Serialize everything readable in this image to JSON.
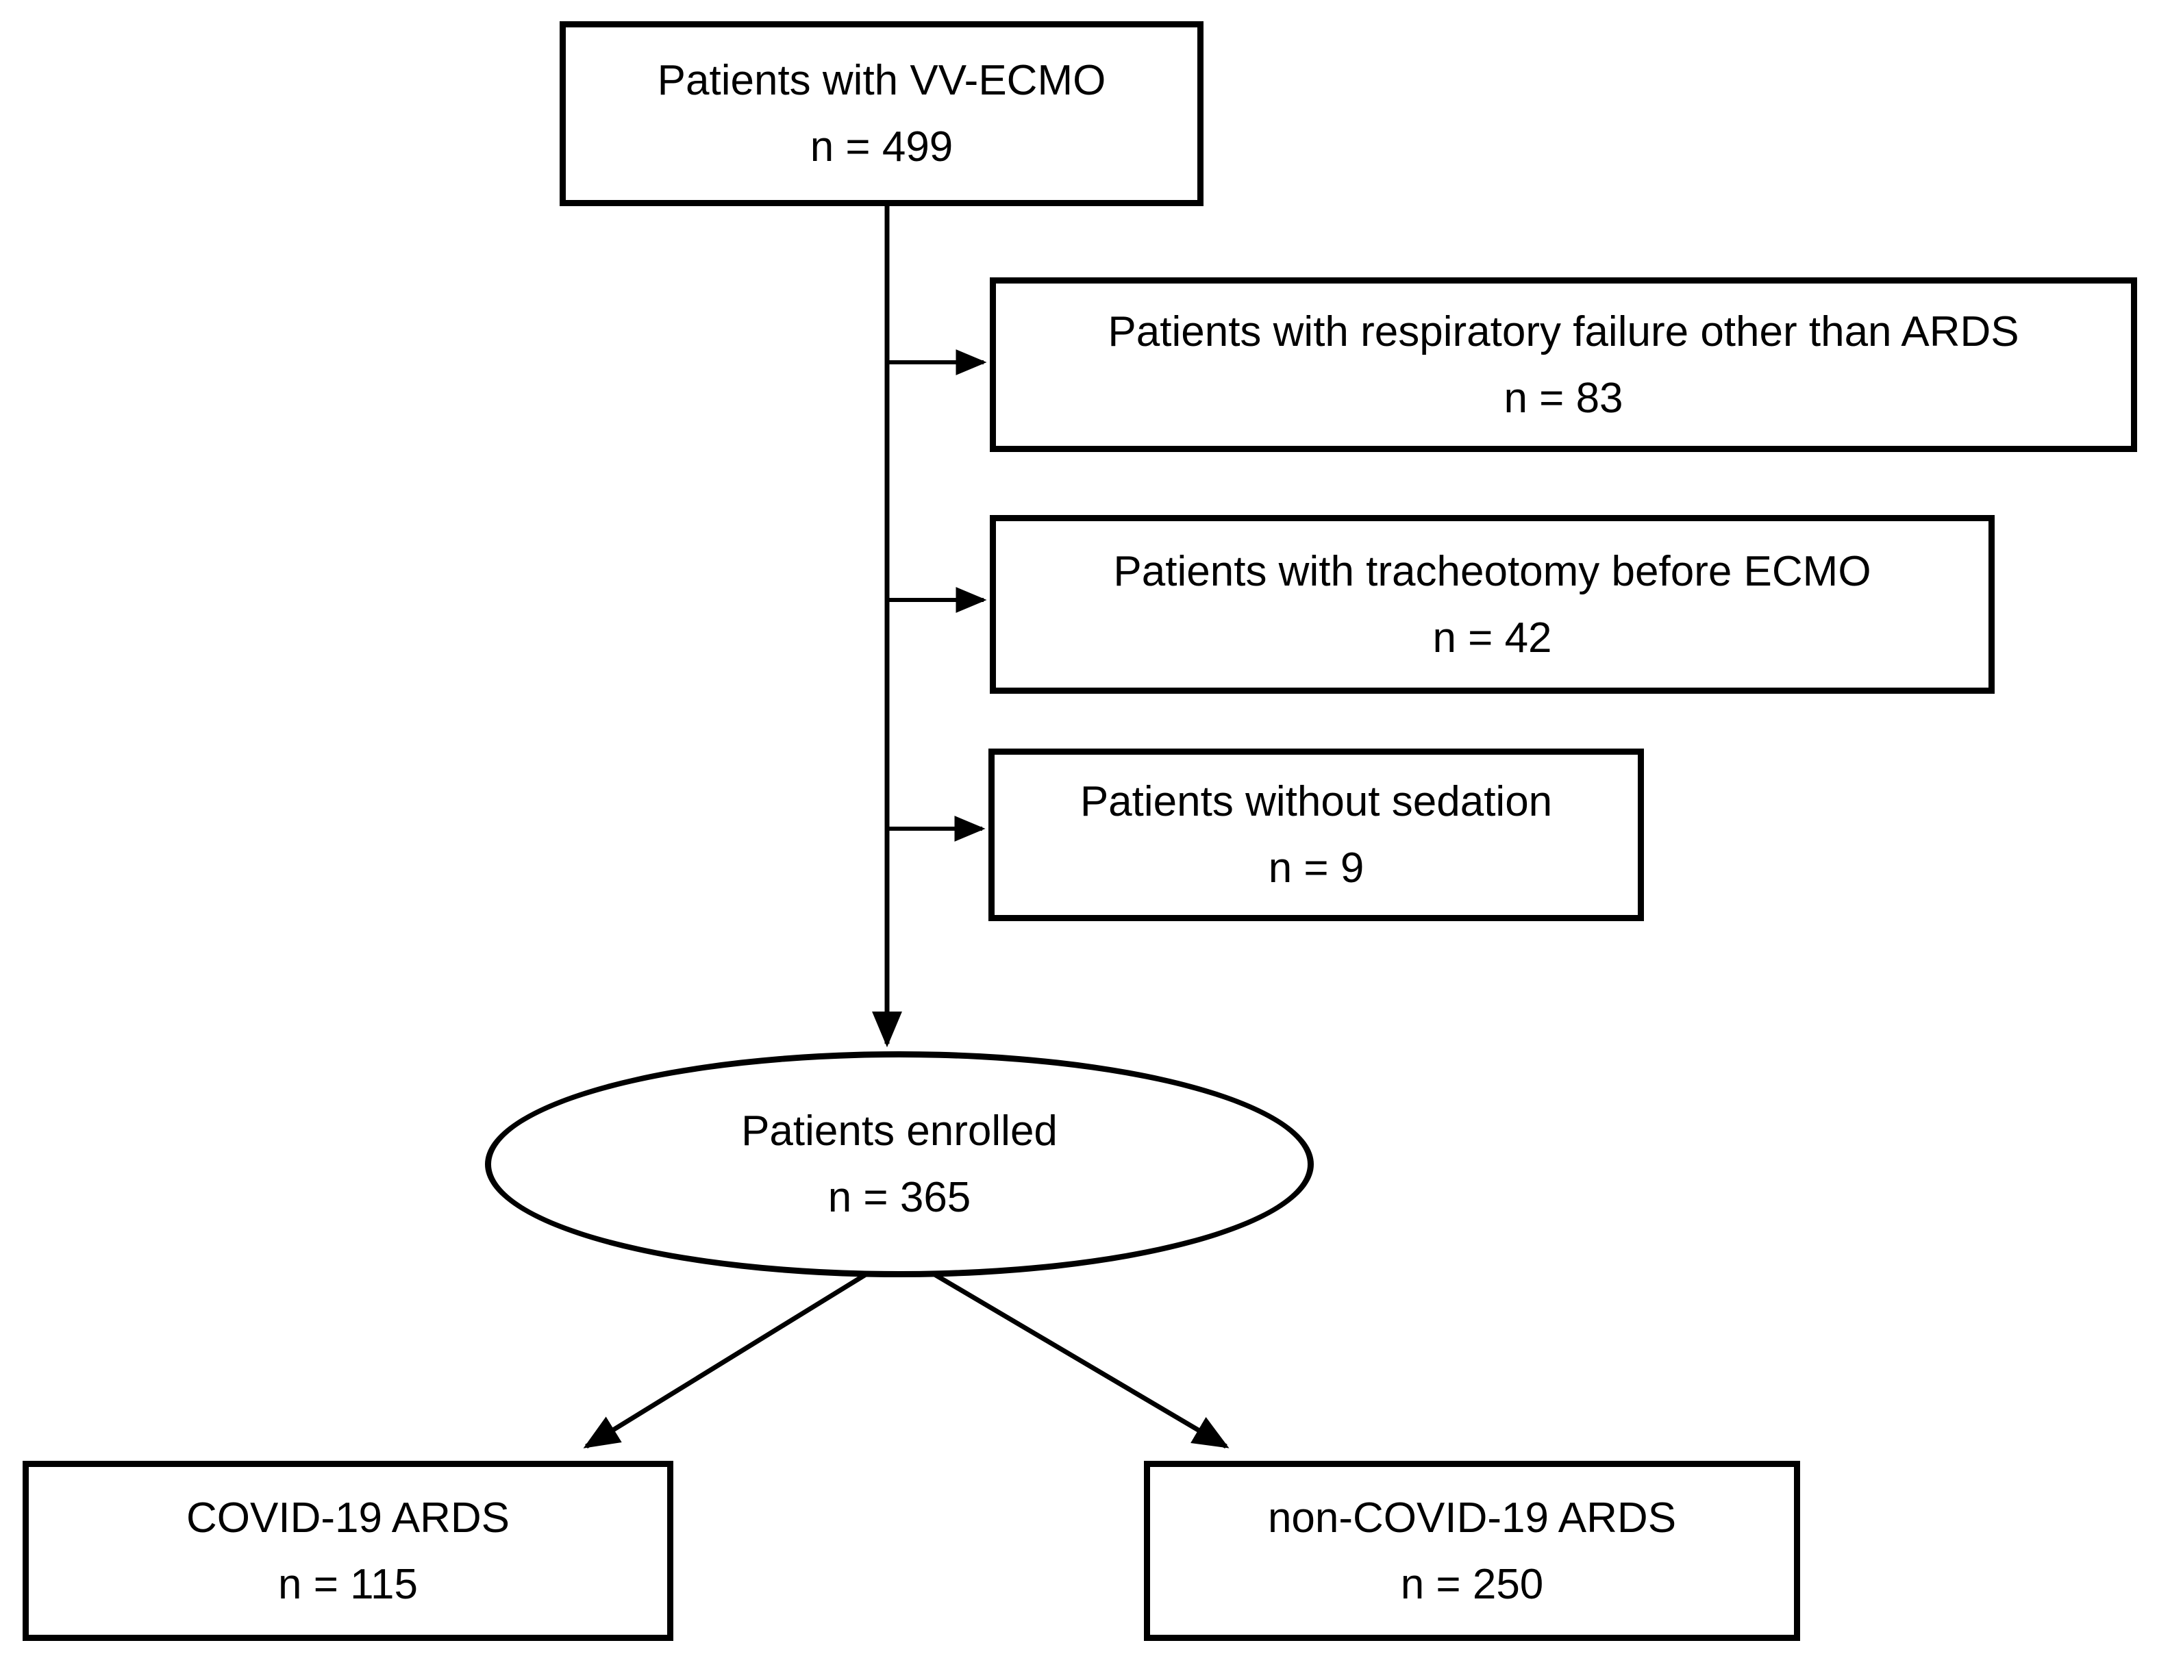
{
  "figure": {
    "background": "#ffffff",
    "stroke_color": "#000000",
    "text_color": "#000000"
  },
  "nodes": {
    "source": {
      "title": "Patients with VV-ECMO",
      "n": "n = 499"
    },
    "exclusions": [
      {
        "title": "Patients with respiratory failure other than ARDS",
        "n": "n = 83"
      },
      {
        "title": "Patients with tracheotomy before ECMO",
        "n": "n = 42"
      },
      {
        "title": "Patients without sedation",
        "n": "n = 9"
      }
    ],
    "enrolled": {
      "title": "Patients enrolled",
      "n": "n = 365"
    },
    "groups": [
      {
        "title": "COVID-19 ARDS",
        "n": "n = 115"
      },
      {
        "title": "non-COVID-19 ARDS",
        "n": "n = 250"
      }
    ]
  }
}
